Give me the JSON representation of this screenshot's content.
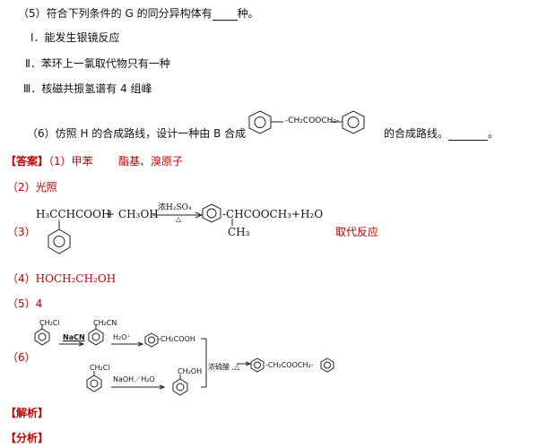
{
  "q5": {
    "prefix": "（5）符合下列条件的 G 的同分异构体有",
    "suffix": "种。",
    "cond1": "Ⅰ．能发生银镜反应",
    "cond2": "Ⅱ．苯环上一氯取代物只有一种",
    "cond3": "Ⅲ．核磁共振氢谱有 4 组峰"
  },
  "q6": {
    "prefix": "（6）仿照 H 的合成路线，设计一种由 B 合成",
    "bridge": "-CH₂COOCH₂-",
    "suffix": "的合成路线。"
  },
  "answer": {
    "tag": "【答案】",
    "a1_label": "（1）",
    "a1_value": "甲苯",
    "a1_groups": "酯基、溴原子",
    "a2_label": "（2）",
    "a2_value": "光照",
    "a3_label": "（3）",
    "a3_reactant1": "H₃CCHCOOH",
    "a3_plus1": "+",
    "a3_reactant2": "CH₃OH",
    "a3_reagent": "浓H₂SO₄",
    "a3_condition": "△",
    "a3_product": "-CHCOOCH₃+H₂O",
    "a3_product_sub": "CH₃",
    "a3_type": "取代反应",
    "a4_label": "（4）",
    "a4_value": "HOCH₂CH₂OH",
    "a5_label": "（5）",
    "a5_value": "4",
    "a6_label": "（6）",
    "a6_s1": "CH₂Cl",
    "a6_r1": "NaCN",
    "a6_s2": "CH₂CN",
    "a6_r2": "H₂O⁺",
    "a6_s3": "-CH₂COOH",
    "a6_s4": "CH₂Cl",
    "a6_r3": "NaOH／H₂O",
    "a6_s5": "CH₂OH",
    "a6_r4": "浓硫酸 ,△",
    "a6_product": "-CH₂COOCH₂-"
  },
  "analysis_tag": "【解析】",
  "fenxi_tag": "【分析】"
}
